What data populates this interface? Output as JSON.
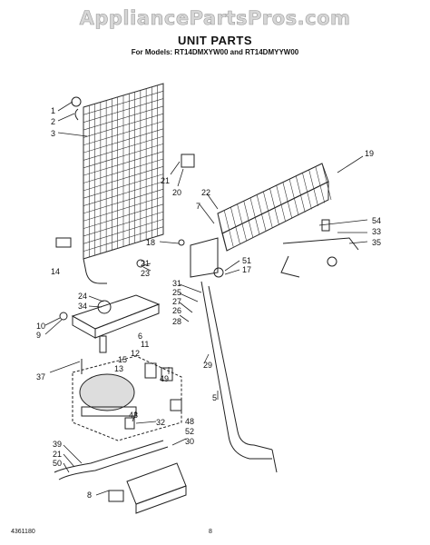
{
  "header": {
    "watermark": "AppliancePartsPros.com",
    "title": "UNIT PARTS",
    "subtitle": "For Models: RT14DMXYW00 and RT14DMYYW00"
  },
  "footer": {
    "doc_number": "4361180",
    "page_number": "8"
  },
  "callouts": [
    "1",
    "2",
    "3",
    "19",
    "21",
    "20",
    "22",
    "7",
    "54",
    "33",
    "35",
    "18",
    "14",
    "21",
    "23",
    "51",
    "17",
    "31",
    "25",
    "27",
    "24",
    "34",
    "26",
    "28",
    "10",
    "9",
    "6",
    "11",
    "12",
    "15",
    "13",
    "37",
    "29",
    "49",
    "5",
    "43",
    "32",
    "48",
    "52",
    "39",
    "30",
    "21",
    "50",
    "8"
  ]
}
